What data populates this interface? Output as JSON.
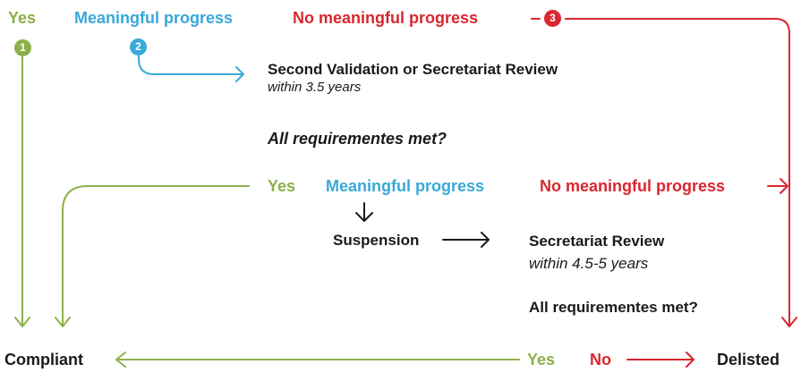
{
  "colors": {
    "green": "#8db04a",
    "blue": "#3aa8d8",
    "red": "#d9262f",
    "black": "#1a1a1a"
  },
  "top": {
    "yes": "Yes",
    "meaningful": "Meaningful progress",
    "no_meaningful": "No meaningful progress",
    "badge1": "1",
    "badge2": "2",
    "badge3": "3"
  },
  "step2": {
    "title": "Second Validation or Secretariat Review",
    "subtitle": "within 3.5 years",
    "question": "All requirementes met?"
  },
  "row2": {
    "yes": "Yes",
    "meaningful": "Meaningful progress",
    "no_meaningful": "No meaningful progress"
  },
  "step3": {
    "suspension": "Suspension",
    "title": "Secretariat Review",
    "subtitle": "within 4.5-5 years",
    "question": "All requirementes met?"
  },
  "bottom": {
    "compliant": "Compliant",
    "yes": "Yes",
    "no": "No",
    "delisted": "Delisted"
  }
}
